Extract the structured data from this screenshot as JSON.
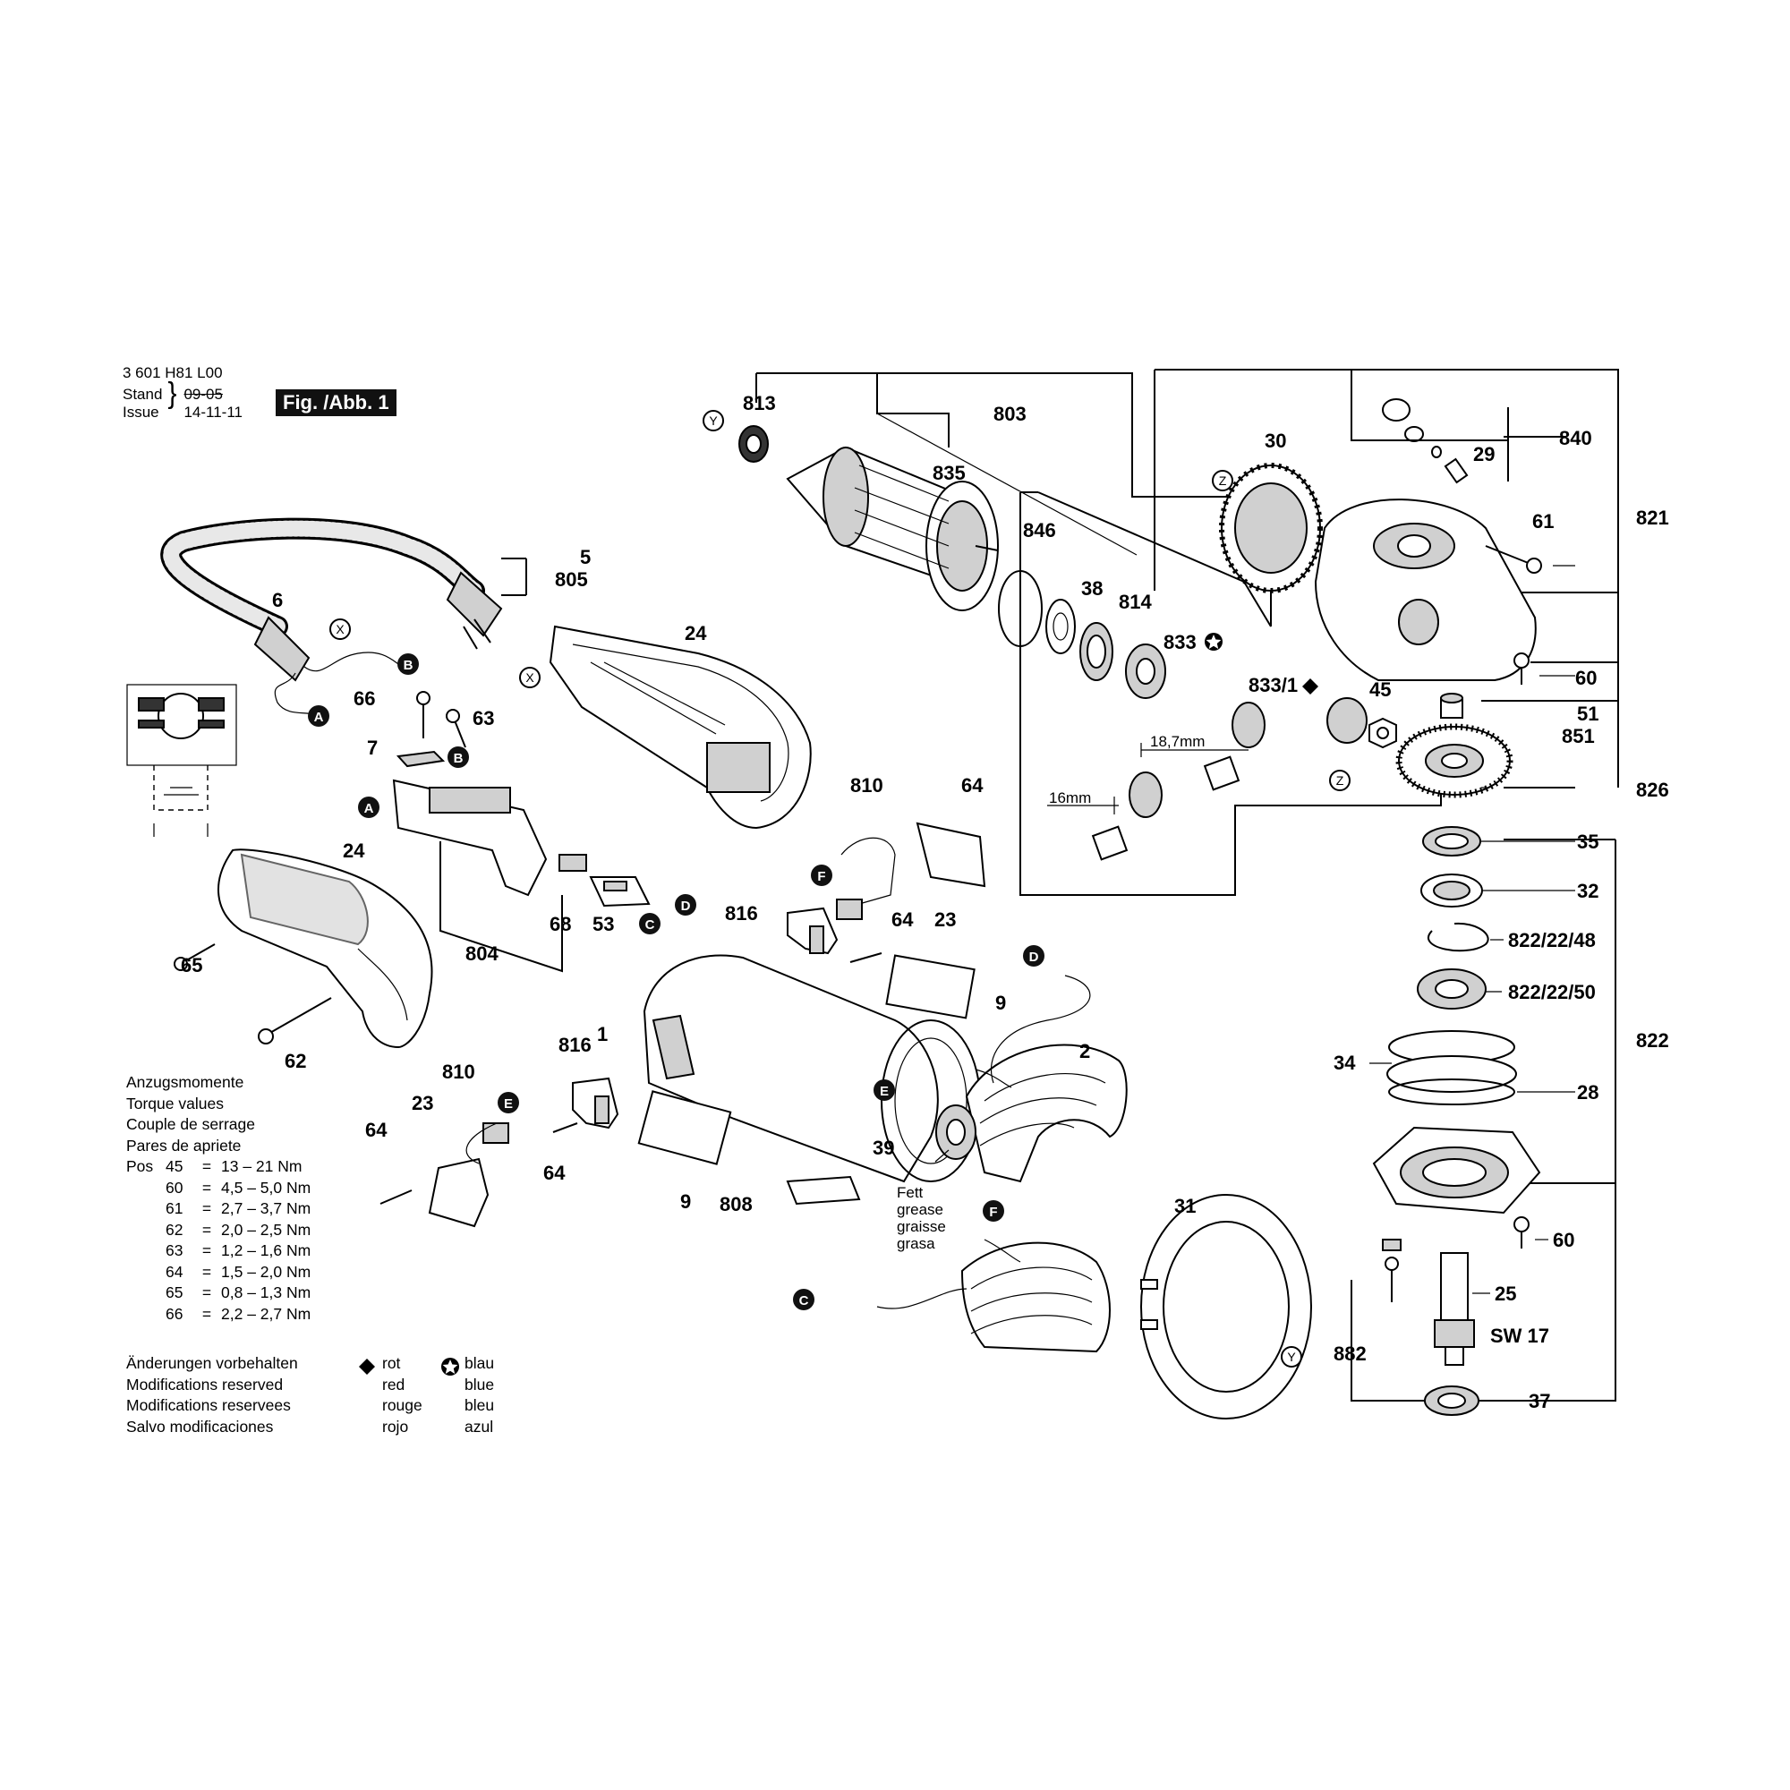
{
  "header": {
    "doc_number": "3 601 H81 L00",
    "stand_label": "Stand",
    "issue_label": "Issue",
    "stand_date": "09-05",
    "issue_date": "14-11-11",
    "figure_label": "Fig. /Abb. 1"
  },
  "parts": {
    "p813": "813",
    "p803": "803",
    "p835": "835",
    "p846": "846",
    "p38": "38",
    "p814": "814",
    "p833": "833",
    "p833_1": "833/1",
    "p30": "30",
    "p29": "29",
    "p840": "840",
    "p821": "821",
    "p61": "61",
    "p60a": "60",
    "p51": "51",
    "p851": "851",
    "p45": "45",
    "p826": "826",
    "p35": "35",
    "p32": "32",
    "p822_22_48": "822/22/48",
    "p822_22_50": "822/22/50",
    "p822": "822",
    "p34": "34",
    "p28": "28",
    "p60b": "60",
    "p25": "25",
    "sw17": "SW 17",
    "p882": "882",
    "p37": "37",
    "p5": "5",
    "p805": "805",
    "p6": "6",
    "p24a": "24",
    "p66": "66",
    "p63": "63",
    "p7": "7",
    "p24b": "24",
    "p65": "65",
    "p62": "62",
    "p804": "804",
    "p68": "68",
    "p53": "53",
    "p810a": "810",
    "p64a": "64",
    "p816a": "816",
    "p64b": "64",
    "p23a": "23",
    "p1": "1",
    "p9a": "9",
    "p9b": "9",
    "p2": "2",
    "p816b": "816",
    "p810b": "810",
    "p23b": "23",
    "p64c": "64",
    "p64d": "64",
    "p39": "39",
    "p808": "808",
    "p31": "31",
    "mm18_7": "18,7mm",
    "mm16": "16mm",
    "grease": [
      "Fett",
      "grease",
      "graisse",
      "grasa"
    ]
  },
  "callouts": {
    "A1": "A",
    "A2": "A",
    "B1": "B",
    "B2": "B",
    "C1": "C",
    "C2": "C",
    "D1": "D",
    "D2": "D",
    "E1": "E",
    "E2": "E",
    "F1": "F",
    "F2": "F",
    "X1": "X",
    "X2": "X",
    "Y1": "Y",
    "Y2": "Y",
    "Z1": "Z",
    "Z2": "Z"
  },
  "torque": {
    "title_lines": [
      "Anzugsmomente",
      "Torque values",
      "Couple de serrage",
      "Pares de apriete"
    ],
    "pos_label": "Pos",
    "rows": [
      {
        "pos": "45",
        "eq": "=",
        "val": "13 – 21 Nm"
      },
      {
        "pos": "60",
        "eq": "=",
        "val": "4,5 – 5,0 Nm"
      },
      {
        "pos": "61",
        "eq": "=",
        "val": "2,7 – 3,7 Nm"
      },
      {
        "pos": "62",
        "eq": "=",
        "val": "2,0 – 2,5 Nm"
      },
      {
        "pos": "63",
        "eq": "=",
        "val": "1,2 – 1,6 Nm"
      },
      {
        "pos": "64",
        "eq": "=",
        "val": "1,5 – 2,0 Nm"
      },
      {
        "pos": "65",
        "eq": "=",
        "val": "0,8 – 1,3 Nm"
      },
      {
        "pos": "66",
        "eq": "=",
        "val": "2,2 – 2,7 Nm"
      }
    ]
  },
  "modifications": {
    "lines": [
      "Änderungen vorbehalten",
      "Modifications reserved",
      "Modifications reservees",
      "Salvo modificaciones"
    ],
    "red": [
      "rot",
      "red",
      "rouge",
      "rojo"
    ],
    "blue": [
      "blau",
      "blue",
      "bleu",
      "azul"
    ]
  }
}
